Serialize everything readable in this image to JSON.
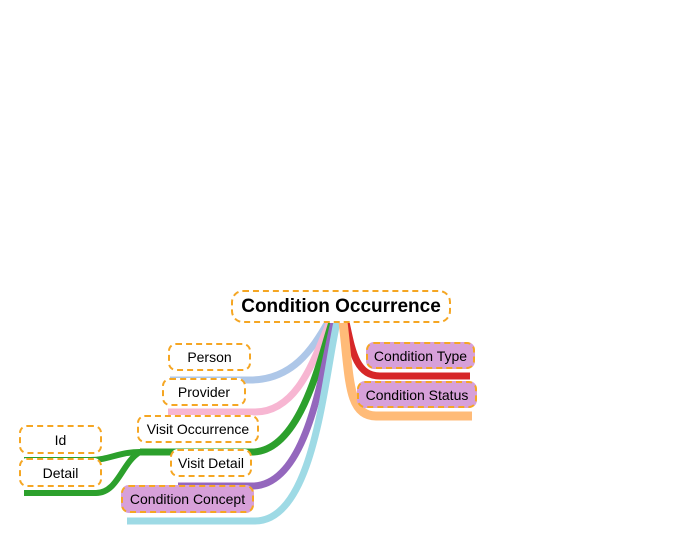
{
  "diagram": {
    "root": {
      "label": "Condition Occurrence"
    },
    "left_nodes": [
      {
        "id": "person",
        "label": "Person",
        "filled": false,
        "color": "#aec7e8"
      },
      {
        "id": "provider",
        "label": "Provider",
        "filled": false,
        "color": "#f7b6d2"
      },
      {
        "id": "visit_occurrence",
        "label": "Visit Occurrence",
        "filled": false,
        "color": "#2ca02c"
      },
      {
        "id": "visit_detail",
        "label": "Visit Detail",
        "filled": false,
        "color": "#9467bd"
      },
      {
        "id": "condition_concept",
        "label": "Condition Concept",
        "filled": true,
        "color": "#9edae5"
      }
    ],
    "sub_nodes": [
      {
        "id": "id",
        "label": "Id",
        "filled": false,
        "color": "#2ca02c"
      },
      {
        "id": "detail",
        "label": "Detail",
        "filled": false,
        "color": "#2ca02c"
      }
    ],
    "right_nodes": [
      {
        "id": "condition_type",
        "label": "Condition Type",
        "filled": true,
        "color": "#d62728"
      },
      {
        "id": "condition_status",
        "label": "Condition Status",
        "filled": true,
        "color": "#ffbb78"
      }
    ],
    "accent_border_color": "#f5a623",
    "filled_node_color": "#d7a0d9"
  }
}
